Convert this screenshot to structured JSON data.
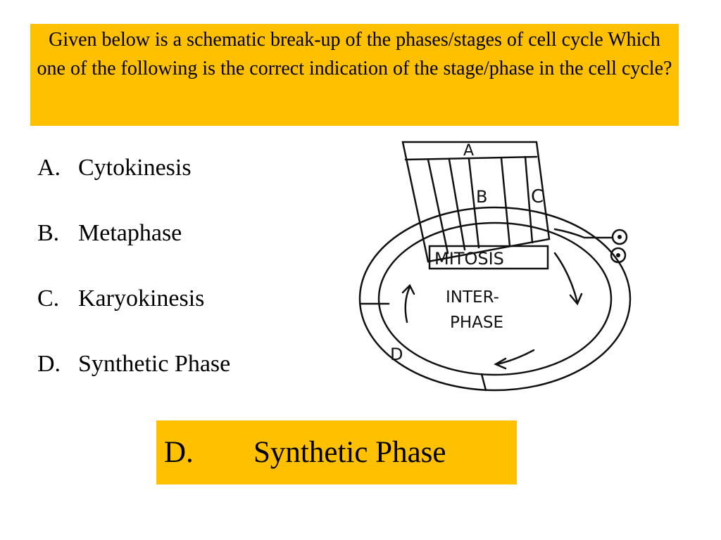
{
  "colors": {
    "highlight": "#ffc000",
    "text": "#000000",
    "background": "#ffffff",
    "diagram_ink": "#111111"
  },
  "question": {
    "text": "Given below is a schematic break-up of the phases/stages of cell cycle Which one of the following is the correct indication of the stage/phase in the cell cycle?"
  },
  "options": [
    {
      "letter": "A.",
      "text": "Cytokinesis"
    },
    {
      "letter": "B.",
      "text": "Metaphase"
    },
    {
      "letter": "C.",
      "text": "Karyokinesis"
    },
    {
      "letter": "D.",
      "text": "Synthetic Phase"
    }
  ],
  "diagram": {
    "label_a": "A",
    "label_b": "B",
    "label_c": "C",
    "label_d": "D",
    "mitosis": "MITOSIS",
    "interphase_line1": "INTER-",
    "interphase_line2": "PHASE",
    "icon": "circled-dot-icon"
  },
  "answer": {
    "letter": "D.",
    "text": "Synthetic Phase"
  }
}
